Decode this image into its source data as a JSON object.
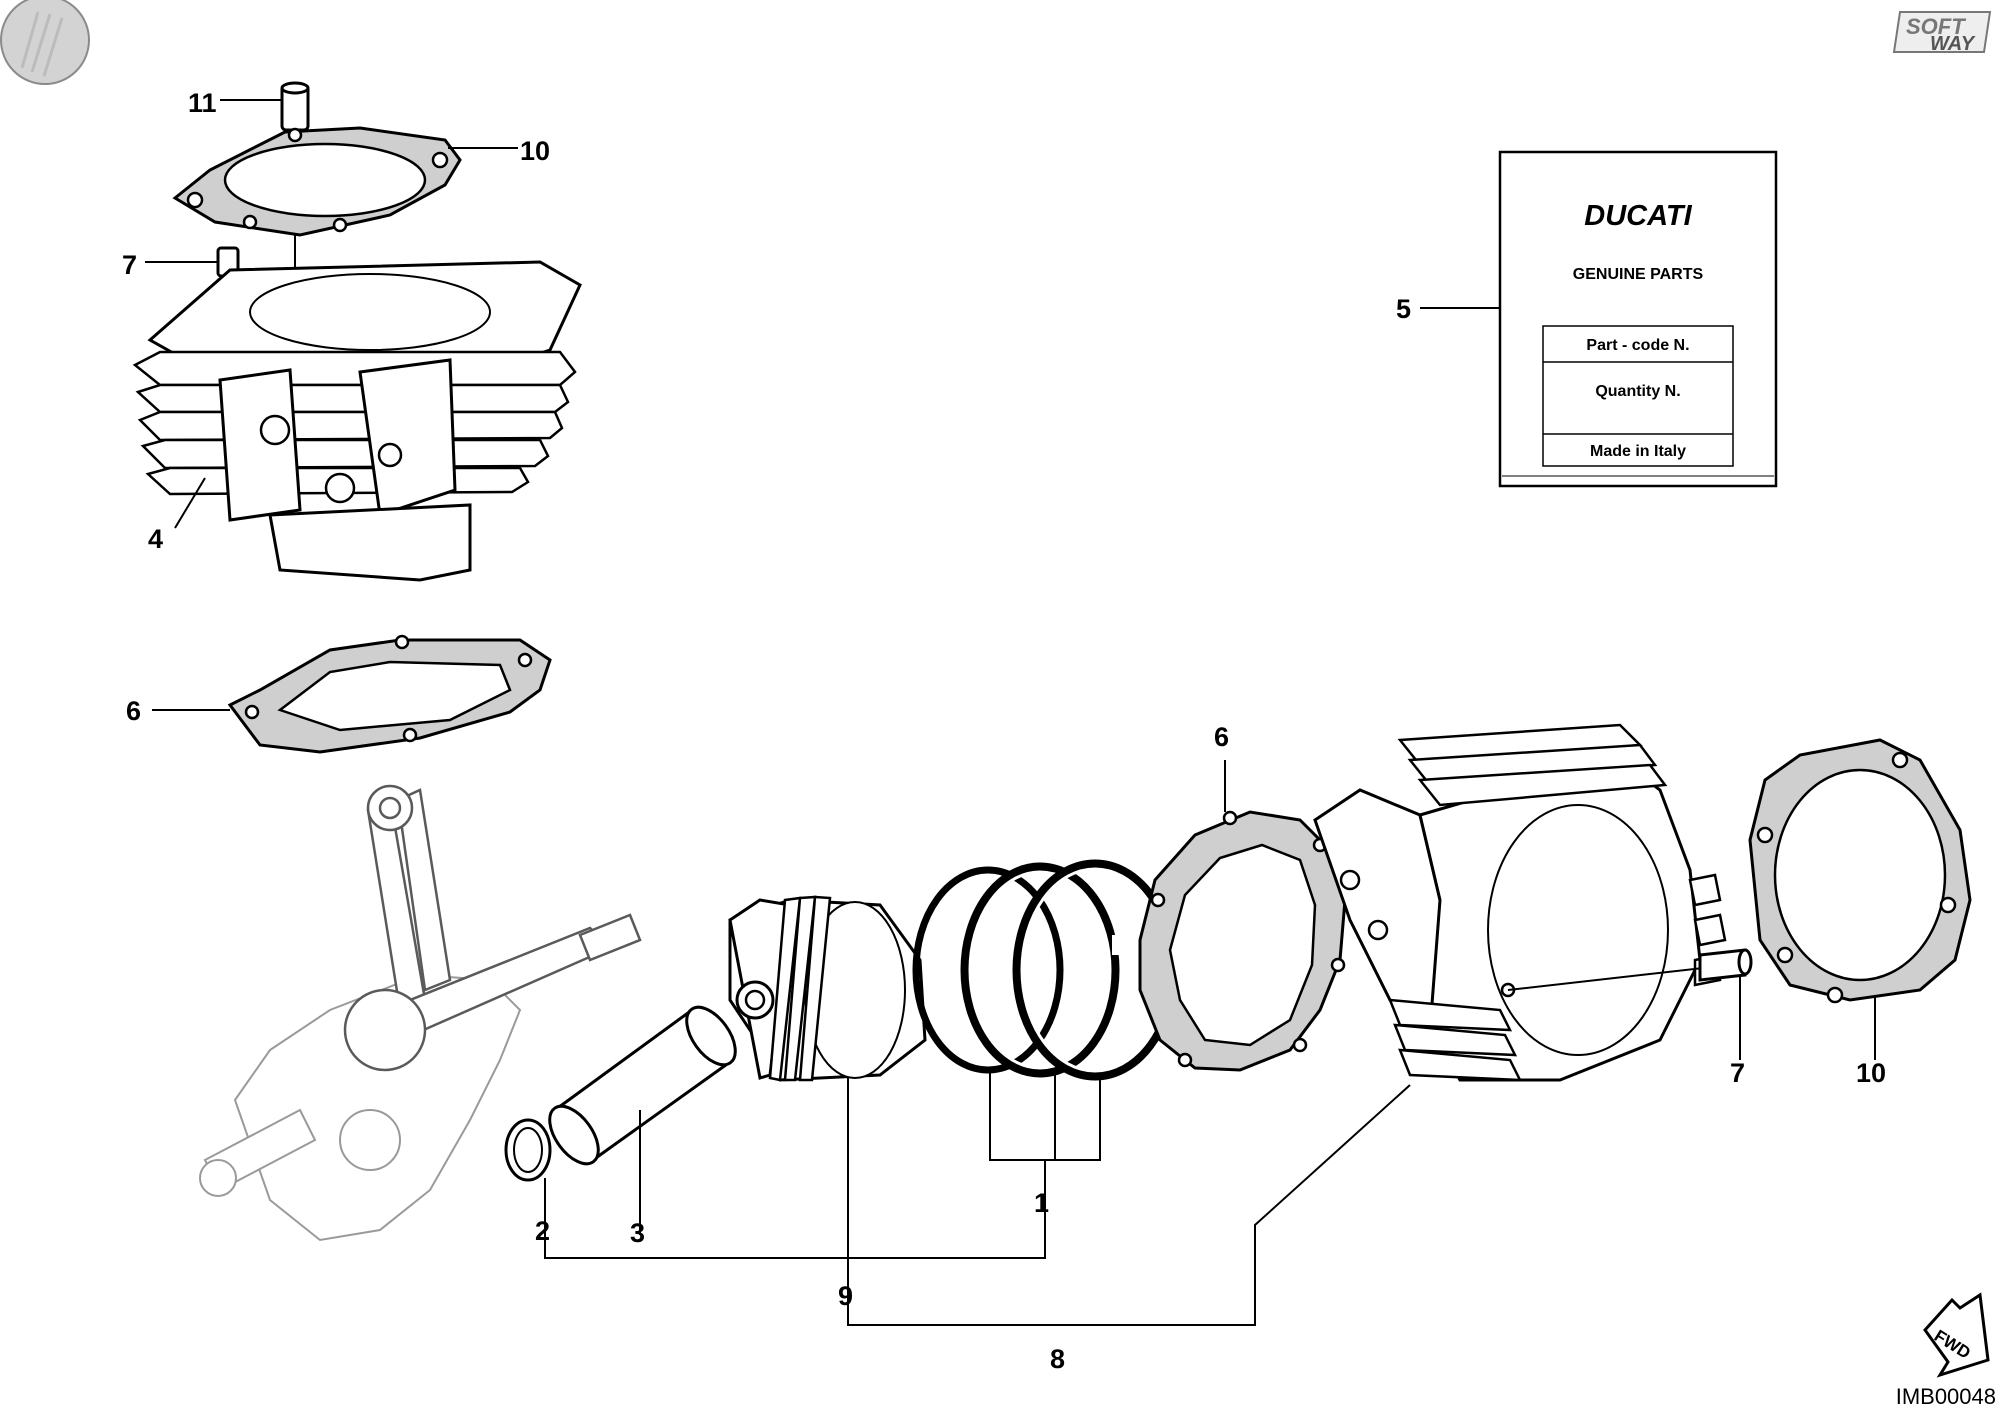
{
  "brand": {
    "top_right_logo_line1": "SOFT",
    "top_right_logo_line2": "WAY"
  },
  "label_box": {
    "brand": "DUCATI",
    "subtitle": "GENUINE PARTS",
    "rows": [
      "Part - code N.",
      "Quantity N.",
      "Made in Italy"
    ]
  },
  "callouts": {
    "c11": "11",
    "c10_top": "10",
    "c7_top": "7",
    "c4": "4",
    "c6_left": "6",
    "c5": "5",
    "c6_right": "6",
    "c7_right": "7",
    "c10_right": "10",
    "c1": "1",
    "c2": "2",
    "c3": "3",
    "c9": "9",
    "c8": "8"
  },
  "direction_badge": "FWD",
  "image_code": "IMB00048",
  "icons": [
    "grey-disc-icon",
    "fwd-arrow-icon"
  ]
}
